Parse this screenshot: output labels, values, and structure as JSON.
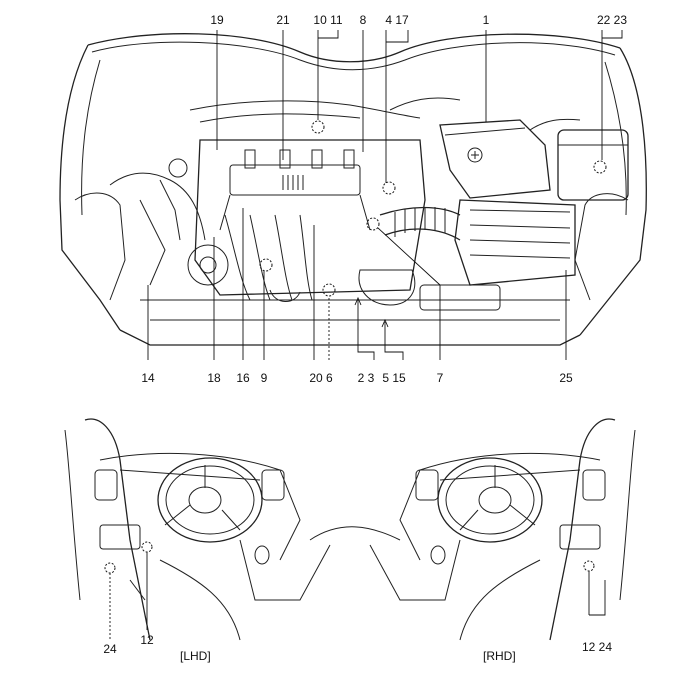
{
  "engine_bay": {
    "callouts": {
      "c19": "19",
      "c21": "21",
      "c10_11": "10 11",
      "c8": "8",
      "c4_17": "4 17",
      "c1": "1",
      "c22_23": "22 23",
      "c14": "14",
      "c18": "18",
      "c16": "16",
      "c9": "9",
      "c20_6": "20 6",
      "c2_3": "2 3",
      "c5_15": "5 15",
      "c7": "7",
      "c25": "25"
    }
  },
  "interior_lhd": {
    "caption": "[LHD]",
    "callouts": {
      "c24": "24",
      "c12": "12"
    }
  },
  "interior_rhd": {
    "caption": "[RHD]",
    "callouts": {
      "c12_24": "12 24"
    }
  }
}
